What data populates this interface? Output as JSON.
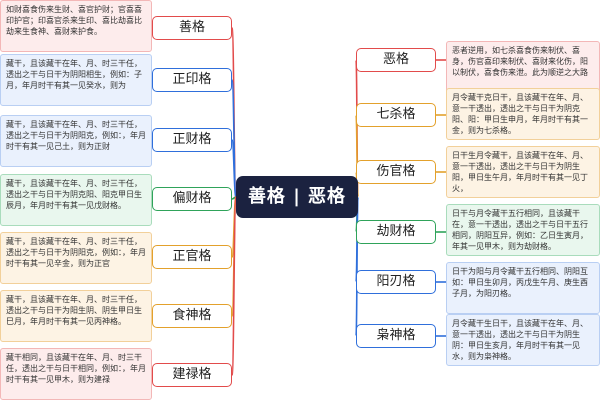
{
  "center": {
    "title": "善格 | 恶格"
  },
  "left_branches": [
    {
      "label": "善格",
      "color": "#e24b4b",
      "tone": "c-red",
      "desc": "如财喜食伤来生财、喜官护财；官喜喜印护官；印喜官杀来生印、喜比劫喜比劫来生食神、喜财来护食。"
    },
    {
      "label": "正印格",
      "color": "#2f6fdb",
      "tone": "c-blue",
      "desc": "藏干，且该藏干在年、月、时三干任，透出之干与日干为阴阳相生，例如：子月，年月时干有其一见癸水，则为"
    },
    {
      "label": "正财格",
      "color": "#2f6fdb",
      "tone": "c-blue",
      "desc": "藏干，且该藏干在年、月、时三干任，透出之干与日干为阴阳克，例如：，年月时干有其一见己土，则为正财"
    },
    {
      "label": "偏财格",
      "color": "#2fa35a",
      "tone": "c-green",
      "desc": "藏干，且该藏干在年、月、时三干任，透出之干与日干为阴克阳、阳克甲日生辰月，年月时干有其一见戊财格。"
    },
    {
      "label": "正官格",
      "color": "#e3a12c",
      "tone": "c-orange",
      "desc": "藏干，且该藏干在年、月、时三干任，透出之干与日干为阴阳克，例如：，年月时干有其一见辛金，则为正官"
    },
    {
      "label": "食神格",
      "color": "#e3a12c",
      "tone": "c-orange",
      "desc": "藏干，且该藏干在年、月、时三干任，透出之干与日干为阳生阴、阴生甲日生巳月，年月时干有其一见丙神格。"
    },
    {
      "label": "建禄格",
      "color": "#e24b4b",
      "tone": "c-red",
      "desc": "藏干相同，且该藏干在年、月、时三干任，透出之干与日干相同，例如：，年月时干有其一见甲木，则为建禄"
    }
  ],
  "right_branches": [
    {
      "label": "恶格",
      "color": "#e24b4b",
      "tone": "c-red",
      "desc": "恶者逆用，如七杀喜食伤来制伏、喜身，伤官喜印来制伏、喜财来化伤，阳以制伏，喜食伤来泄。此为顺逆之大路"
    },
    {
      "label": "七杀格",
      "color": "#e3a12c",
      "tone": "c-orange",
      "desc": "月令藏干克日干，且该藏干在年、月、意一干透出，透出之干与日干为阴克阳、阳：甲日生申月，年月时干有其一金，则为七杀格。"
    },
    {
      "label": "伤官格",
      "color": "#e3a12c",
      "tone": "c-orange",
      "desc": "日干生月令藏干，且该藏干在年、月、意一干透出，透出之干与日干为阴生阳，甲日生午月，年月时干有其一见丁火，"
    },
    {
      "label": "劫财格",
      "color": "#2fa35a",
      "tone": "c-green",
      "desc": "日干与月令藏干五行相同，且该藏干在，意一干透出，透出之干与日干五行相同，阴阳互异，例如：乙日生寅月，年其一见甲木，则为劫财格。"
    },
    {
      "label": "阳刃格",
      "color": "#2f6fdb",
      "tone": "c-blue",
      "desc": "日干为阳与月令藏干五行相同、阴阳互如：甲日生卯月，丙戊生午月、庚生酉子月，为阳刃格。"
    },
    {
      "label": "枭神格",
      "color": "#2f6fdb",
      "tone": "c-blue",
      "desc": "月令藏干生日干，且该藏干在年、月、意一干透出，透出之干与日干为阴生阴：甲日生亥月，年月时干有其一见水，则为枭神格。"
    }
  ]
}
